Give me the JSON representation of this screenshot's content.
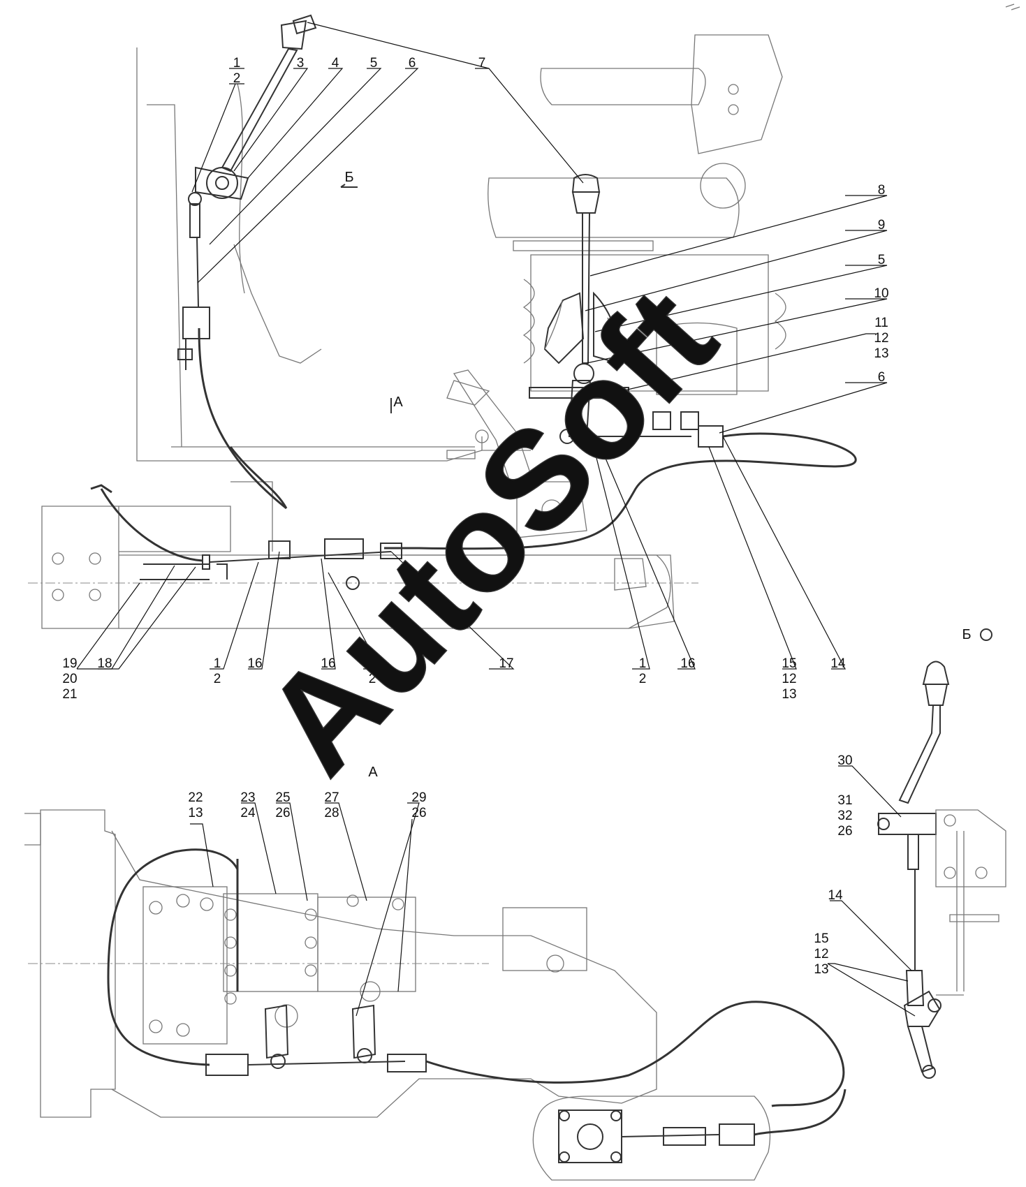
{
  "views": {
    "view_b": "Б",
    "view_a_marker": "А",
    "view_a_title": "А",
    "view_b_title": "Б"
  },
  "callouts": {
    "top": [
      "1",
      "2",
      "3",
      "4",
      "5",
      "6",
      "7"
    ],
    "right": [
      "8",
      "9",
      "5",
      "10",
      "11",
      "12",
      "13",
      "6"
    ],
    "bottom_row": [
      "19",
      "20",
      "21",
      "18",
      "1",
      "2",
      "16",
      "16",
      "1",
      "2",
      "17",
      "1",
      "2",
      "16",
      "15",
      "12",
      "13",
      "14"
    ],
    "view_a": [
      "22",
      "13",
      "23",
      "24",
      "25",
      "26",
      "27",
      "28",
      "29",
      "26"
    ],
    "view_b": [
      "30",
      "31",
      "32",
      "26",
      "14",
      "15",
      "12",
      "13"
    ]
  },
  "watermark": "AutoSoft"
}
